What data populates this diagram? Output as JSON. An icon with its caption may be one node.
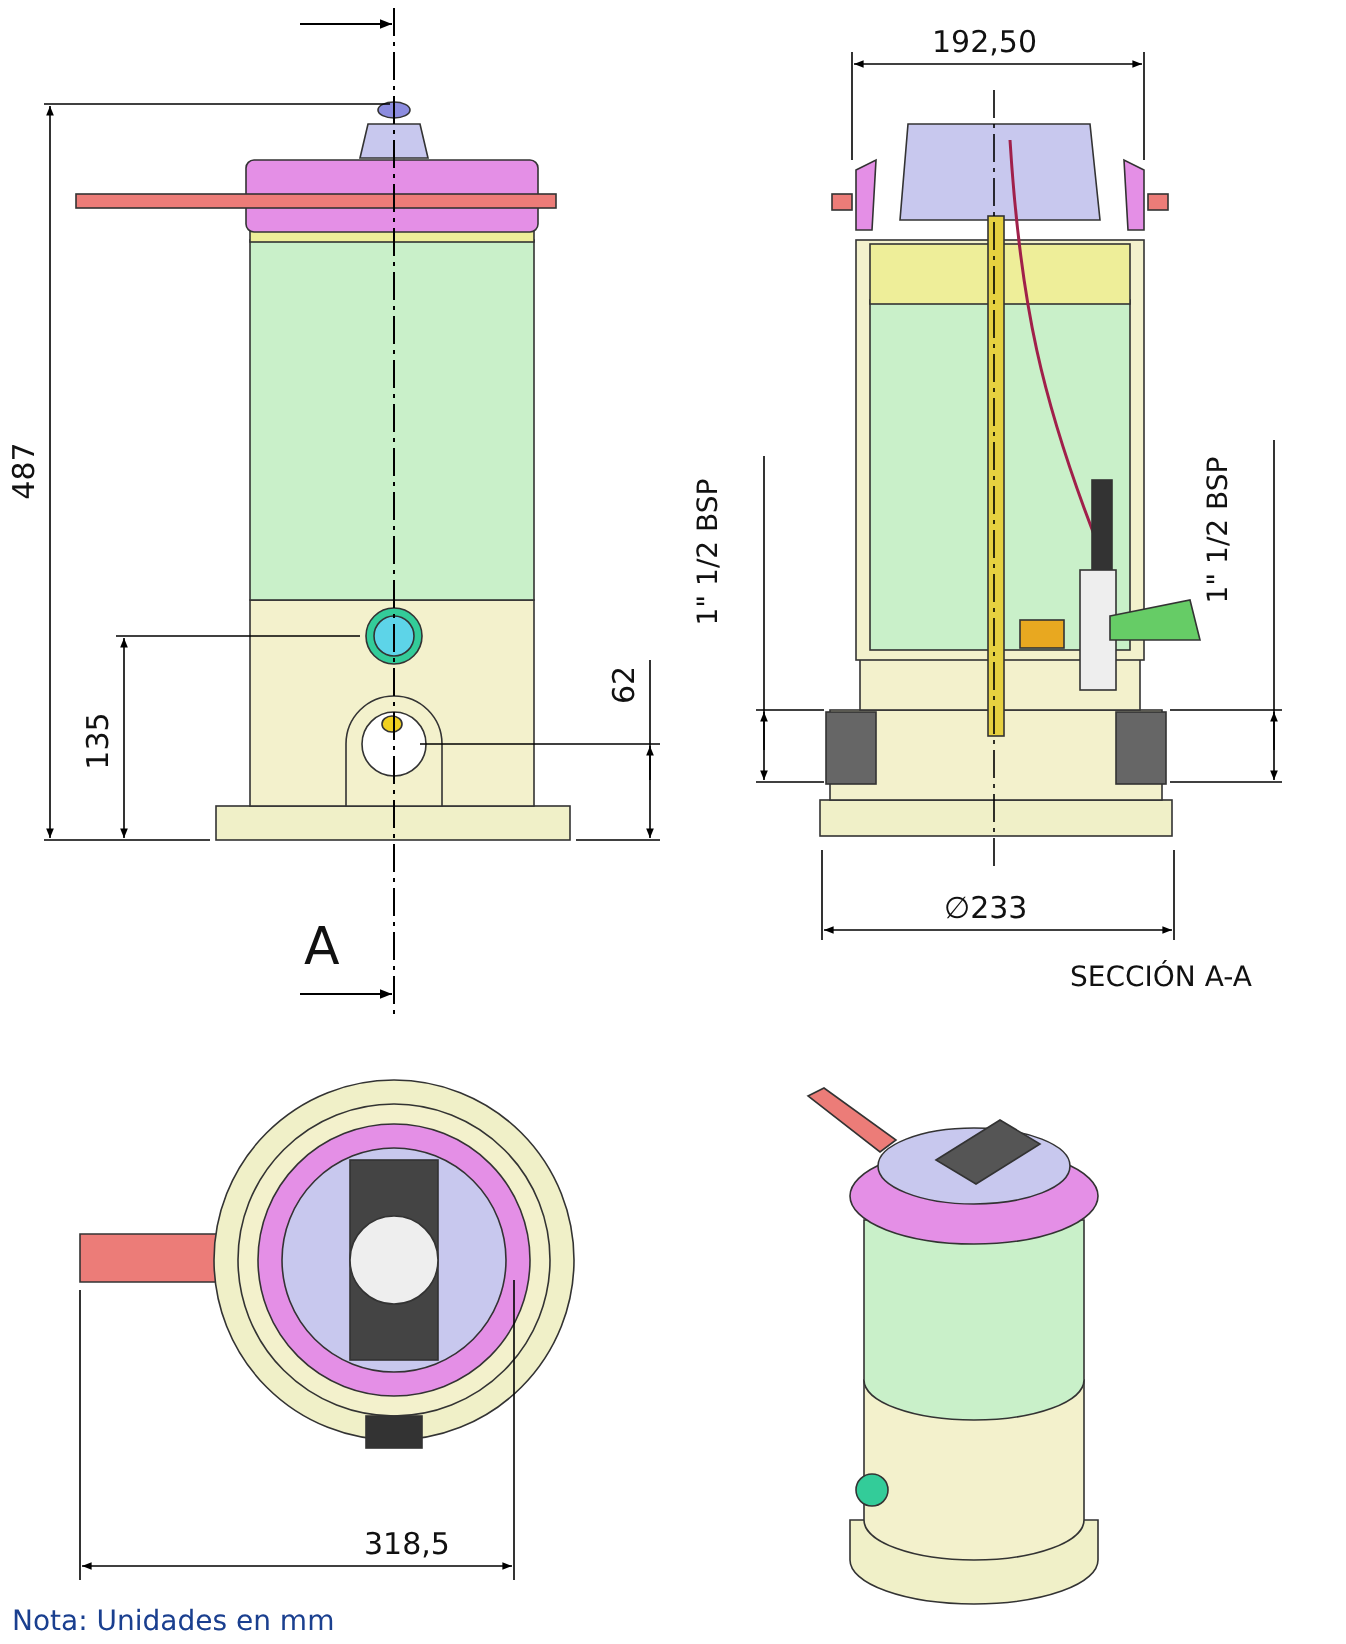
{
  "diagram": {
    "labels": [
      "A",
      "487",
      "135",
      "62",
      "192,50",
      "1\" 1/2 BSP",
      "1\" 1/2 BSP",
      "∅233",
      "SECCIÓN A-A",
      "318,5",
      "Nota: Unidades en mm"
    ]
  }
}
